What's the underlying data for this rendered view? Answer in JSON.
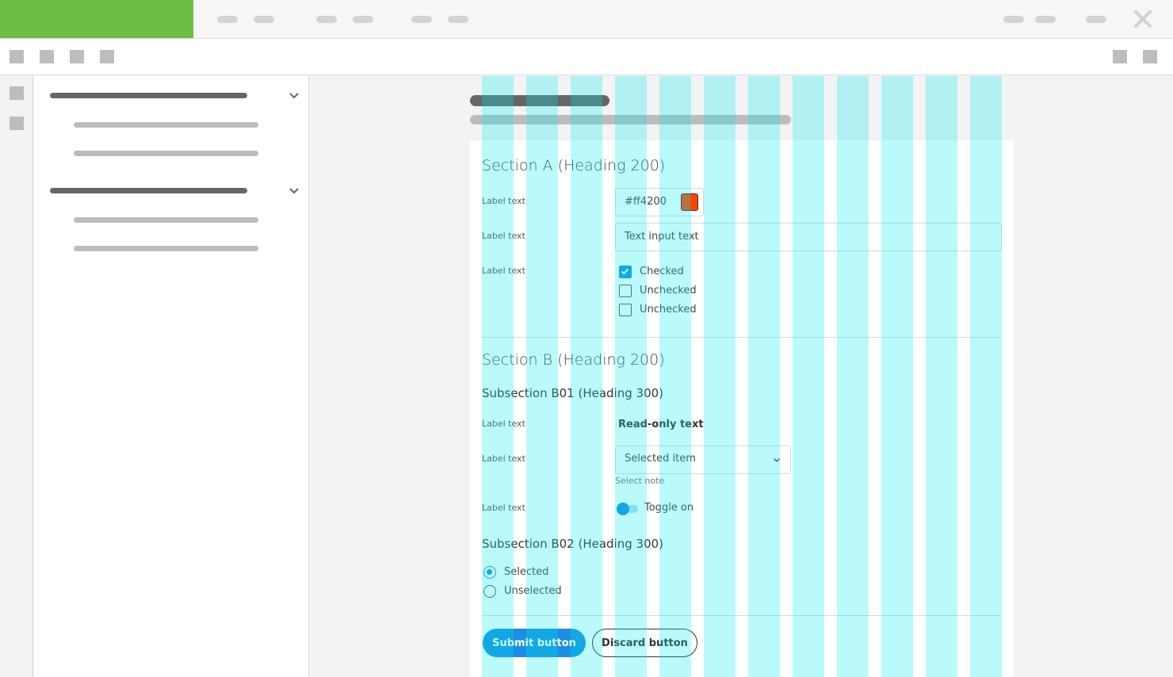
{
  "colors": {
    "brand": "#6cbf43",
    "accent": "#1d8ee0",
    "grid_overlay": "#00eeee",
    "swatch": "#ff4200"
  },
  "section_a": {
    "heading": "Section A (Heading 200)",
    "color_row": {
      "label": "Label text",
      "value": "#ff4200"
    },
    "text_row": {
      "label": "Label text",
      "value": "Text input text"
    },
    "checkbox_row": {
      "label": "Label text",
      "options": [
        {
          "label": "Checked",
          "checked": true
        },
        {
          "label": "Unchecked",
          "checked": false
        },
        {
          "label": "Unchecked",
          "checked": false
        }
      ]
    }
  },
  "section_b": {
    "heading": "Section B (Heading 200)",
    "sub1": {
      "heading": "Subsection B01 (Heading 300)",
      "readonly_row": {
        "label": "Label text",
        "value": "Read-only text"
      },
      "select_row": {
        "label": "Label text",
        "value": "Selected item",
        "note": "Select note"
      },
      "toggle_row": {
        "label": "Label text",
        "value": "Toggle on",
        "on": true
      }
    },
    "sub2": {
      "heading": "Subsection B02 (Heading 300)",
      "radios": [
        {
          "label": "Selected",
          "selected": true
        },
        {
          "label": "Unselected",
          "selected": false
        }
      ]
    }
  },
  "actions": {
    "submit": "Submit button",
    "discard": "Discard button"
  }
}
